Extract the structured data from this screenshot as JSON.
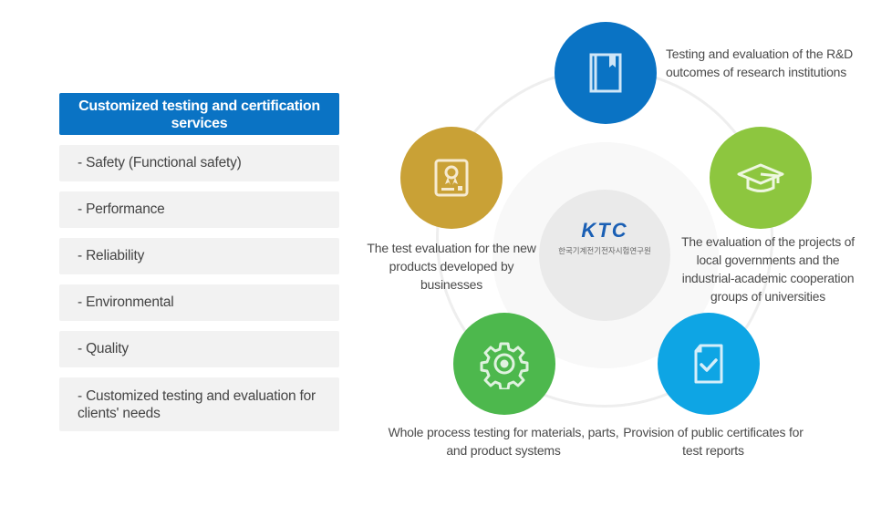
{
  "left_panel": {
    "header": "Customized testing and certification services",
    "items": [
      {
        "label": "- Safety (Functional safety)"
      },
      {
        "label": "- Performance"
      },
      {
        "label": "- Reliability"
      },
      {
        "label": "- Environmental"
      },
      {
        "label": "- Quality"
      },
      {
        "label": "- Customized testing and evaluation for clients' needs"
      }
    ]
  },
  "center": {
    "logo_text": "KTC",
    "logo_subtitle": "한국기계전기전자시험연구원"
  },
  "nodes": [
    {
      "icon": "book-icon",
      "color": "#0a73c4",
      "label": "Testing and evaluation of the R&D outcomes of research institutions"
    },
    {
      "icon": "certificate-icon",
      "color": "#c9a136",
      "label": "The test evaluation for the new products developed by businesses"
    },
    {
      "icon": "graduation-cap-icon",
      "color": "#8dc63f",
      "label": "The evaluation of the projects of local governments and the industrial-academic cooperation groups of universities"
    },
    {
      "icon": "gear-icon",
      "color": "#4db84d",
      "label": "Whole process testing for materials, parts, and product systems"
    },
    {
      "icon": "document-check-icon",
      "color": "#0ea5e4",
      "label": "Provision of public certificates for test reports"
    }
  ]
}
